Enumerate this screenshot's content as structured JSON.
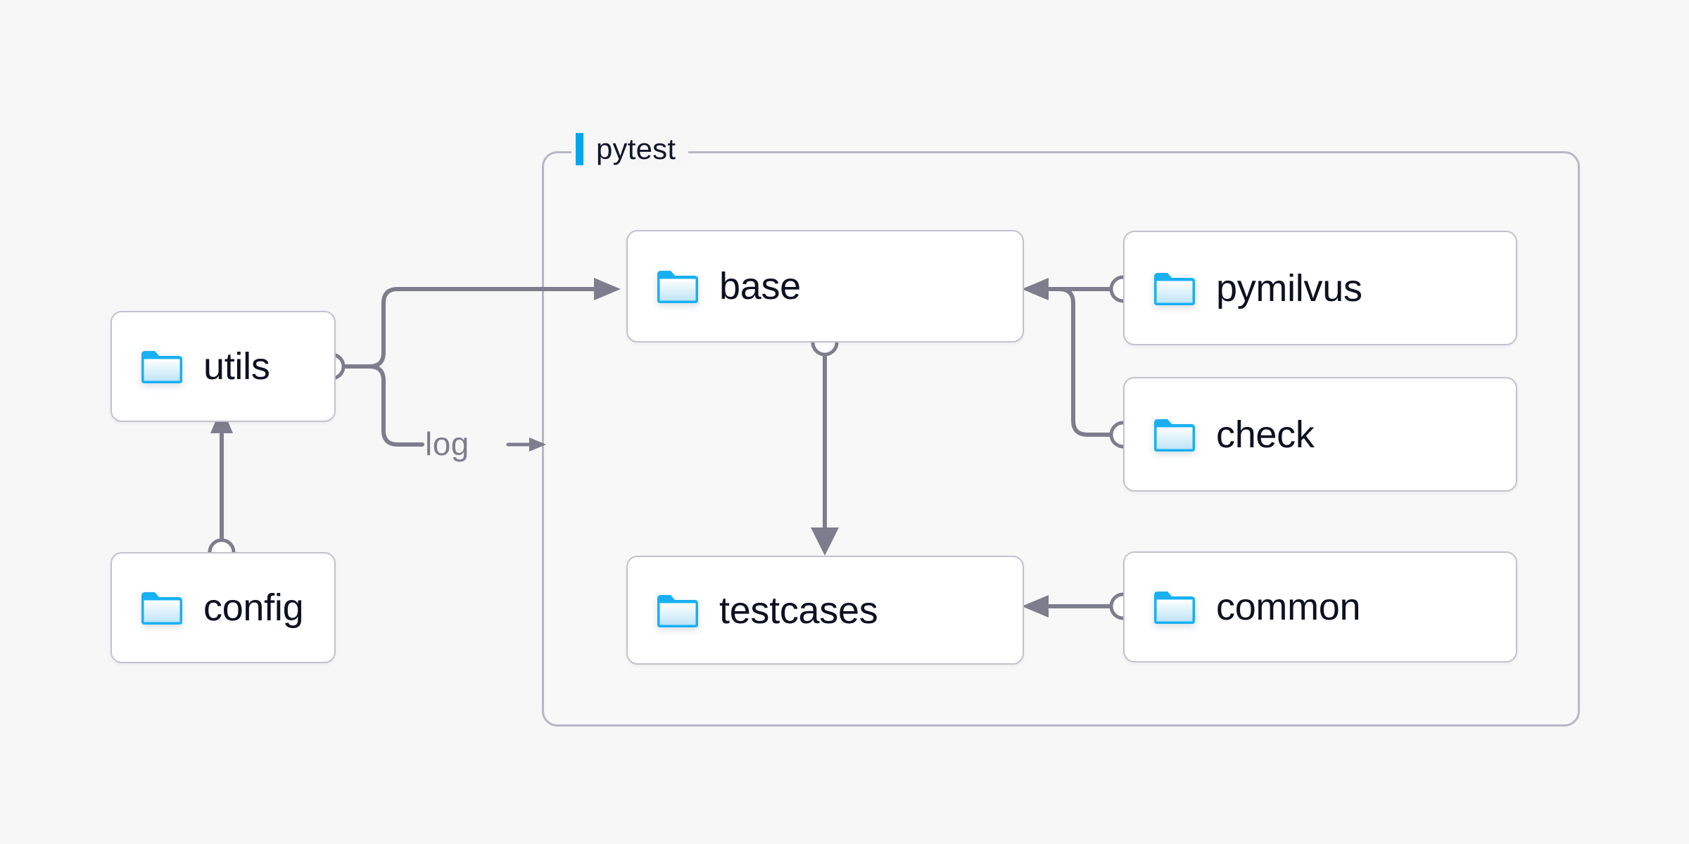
{
  "diagram": {
    "title_bar_color": "#00a7f0",
    "background_color": "#f7f7f8",
    "edge_color": "#7e7d8d",
    "node_text_color": "#0c1021",
    "node_border_color": "#c2c1cd",
    "folder_icon_color": "#18b0f3"
  },
  "group": {
    "label": "pytest",
    "name": "pytest-group"
  },
  "nodes": [
    {
      "id": "utils",
      "label": "utils",
      "icon": "folder-icon"
    },
    {
      "id": "config",
      "label": "config",
      "icon": "folder-icon"
    },
    {
      "id": "base",
      "label": "base",
      "icon": "folder-icon"
    },
    {
      "id": "testcases",
      "label": "testcases",
      "icon": "folder-icon"
    },
    {
      "id": "pymilvus",
      "label": "pymilvus",
      "icon": "folder-icon"
    },
    {
      "id": "check",
      "label": "check",
      "icon": "folder-icon"
    },
    {
      "id": "common",
      "label": "common",
      "icon": "folder-icon"
    }
  ],
  "edges": [
    {
      "id": "config-utils",
      "from": "config",
      "to": "utils",
      "label": ""
    },
    {
      "id": "utils-base",
      "from": "utils",
      "to": "base",
      "label": ""
    },
    {
      "id": "utils-log",
      "from": "utils",
      "to": "",
      "label": "log →"
    },
    {
      "id": "base-testcases",
      "from": "base",
      "to": "testcases",
      "label": ""
    },
    {
      "id": "pymilvus-base",
      "from": "pymilvus",
      "to": "base",
      "label": ""
    },
    {
      "id": "check-base",
      "from": "check",
      "to": "base",
      "label": ""
    },
    {
      "id": "common-testcases",
      "from": "common",
      "to": "testcases",
      "label": ""
    }
  ],
  "edge_labels": {
    "log": "log →"
  }
}
